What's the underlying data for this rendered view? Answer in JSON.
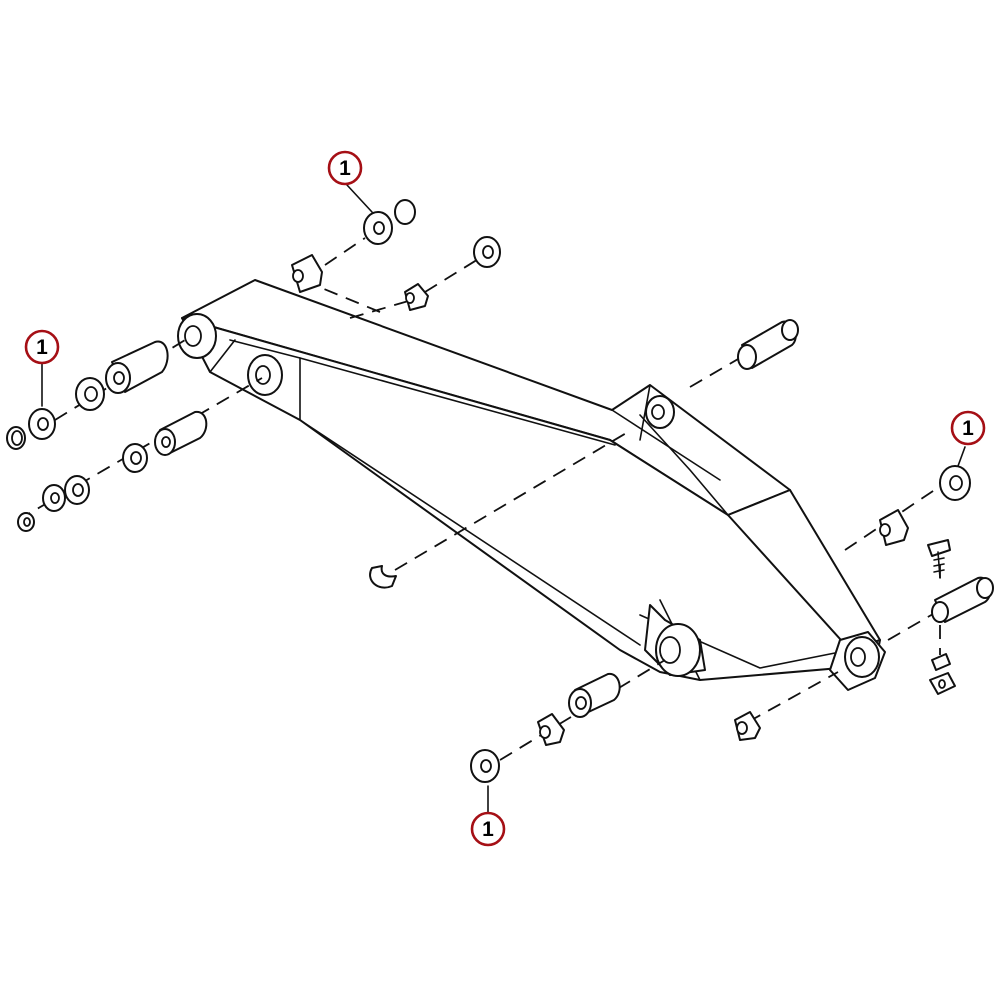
{
  "diagram": {
    "callouts": [
      {
        "id": "c1",
        "label": "1"
      },
      {
        "id": "c2",
        "label": "1"
      },
      {
        "id": "c3",
        "label": "1"
      },
      {
        "id": "c4",
        "label": "1"
      }
    ]
  },
  "colors": {
    "callout_ring": "#a50f15",
    "line": "#111111",
    "background": "#ffffff"
  }
}
